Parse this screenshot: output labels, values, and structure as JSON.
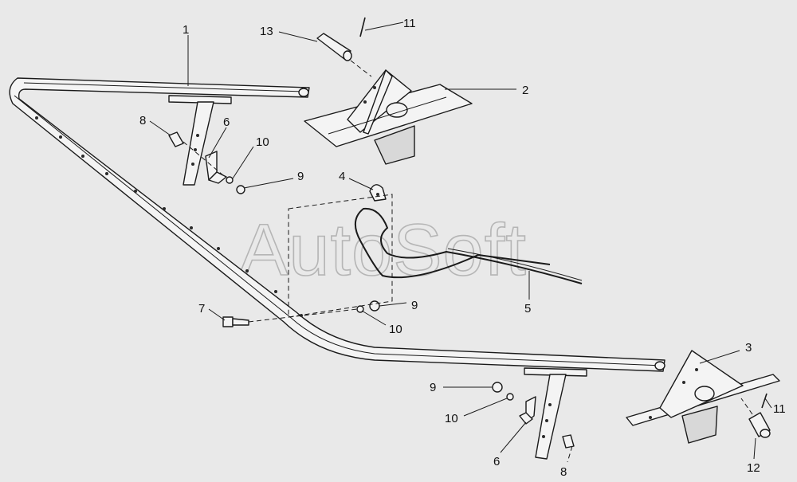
{
  "watermark": "AutoSoft",
  "callouts": {
    "c1": "1",
    "c2": "2",
    "c3": "3",
    "c4": "4",
    "c5": "5",
    "c6a": "6",
    "c6b": "6",
    "c7": "7",
    "c8a": "8",
    "c8b": "8",
    "c9a": "9",
    "c9b": "9",
    "c9c": "9",
    "c10a": "10",
    "c10b": "10",
    "c10c": "10",
    "c11a": "11",
    "c11b": "11",
    "c12": "12",
    "c13": "13"
  },
  "colors": {
    "background": "#e9e9e9",
    "line": "#1a1a1a",
    "watermark": "#b5b5b5"
  }
}
